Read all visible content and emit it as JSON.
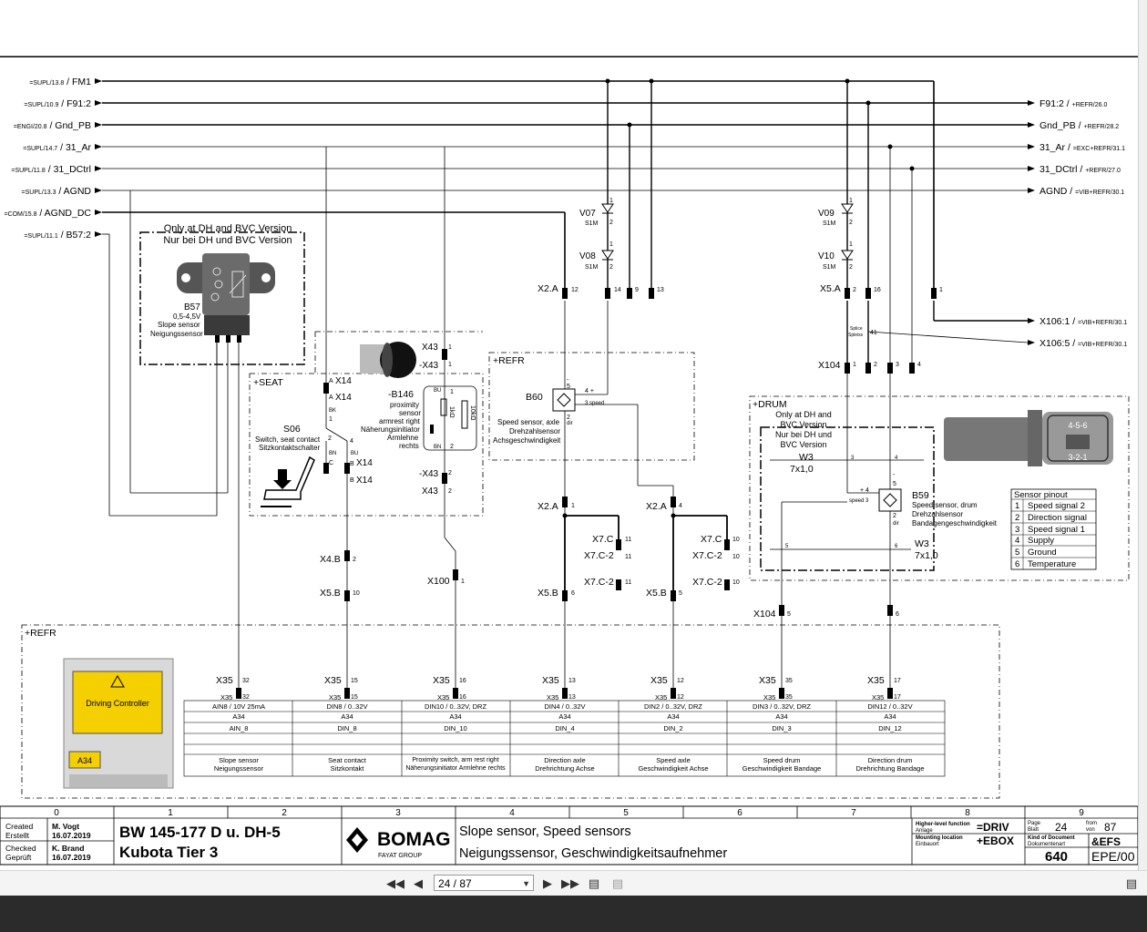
{
  "signals_left": [
    {
      "ref": "=SUPL/13.8",
      "name": "FM1"
    },
    {
      "ref": "=SUPL/10.9",
      "name": "F91:2"
    },
    {
      "ref": "=ENGI/20.8",
      "name": "Gnd_PB"
    },
    {
      "ref": "=SUPL/14.7",
      "name": "31_Ar"
    },
    {
      "ref": "=SUPL/11.8",
      "name": "31_DCtrl"
    },
    {
      "ref": "=SUPL/13.3",
      "name": "AGND"
    },
    {
      "ref": "=COM/15.8",
      "name": "AGND_DC"
    },
    {
      "ref": "=SUPL/11.1",
      "name": "B57:2"
    }
  ],
  "signals_right": [
    {
      "name": "F91:2",
      "ref": "+REFR/26.0"
    },
    {
      "name": "Gnd_PB",
      "ref": "+REFR/28.2"
    },
    {
      "name": "31_Ar",
      "ref": "=EXC+REFR/31.1"
    },
    {
      "name": "31_DCtrl",
      "ref": "+REFR/27.0"
    },
    {
      "name": "AGND",
      "ref": "=VIB+REFR/30.1"
    }
  ],
  "x106": [
    {
      "name": "X106:1",
      "ref": "=VIB+REFR/30.1"
    },
    {
      "name": "X106:5",
      "ref": "=VIB+REFR/30.1"
    }
  ],
  "diodes": [
    {
      "name": "V07",
      "type": "S1M"
    },
    {
      "name": "V08",
      "type": "S1M"
    },
    {
      "name": "V09",
      "type": "S1M"
    },
    {
      "name": "V10",
      "type": "S1M"
    }
  ],
  "b57": {
    "box_line1": "Only at DH and BVC Version",
    "box_line2": "Nur bei DH und BVC Version",
    "tag": "B57",
    "range": "0,5-4,5V",
    "en": "Slope sensor",
    "de": "Neigungssensor"
  },
  "seat": {
    "area": "+SEAT",
    "tag": "S06",
    "en": "Switch, seat contact",
    "de": "Sitzkontaktschalter",
    "x14": "X14"
  },
  "b146": {
    "tag": "-B146",
    "line1": "proximity",
    "line2": "sensor",
    "line3": "armrest right",
    "line4": "Näherungsinitiator",
    "line5": "Armlehne",
    "line6": "rechts",
    "x43a": "X43",
    "x43b": "-X43",
    "x43c": "-X43",
    "x43d": "X43",
    "r1": "1kΩ",
    "r2": "10kΩ"
  },
  "b60": {
    "area": "+REFR",
    "tag": "B60",
    "line1": "Speed sensor, axle",
    "line2": "Drehzahlsensor",
    "line3": "Achsgeschwindigkeit",
    "speed": "3 speed",
    "dir": "dir"
  },
  "drum": {
    "area": "+DRUM",
    "note1": "Only at DH and",
    "note2": "BVC Version",
    "note3": "Nur bei DH und",
    "note4": "BVC Version",
    "w3a": "W3",
    "w3a_spec": "7x1,0",
    "w3b": "W3",
    "w3b_spec": "7x1,0",
    "tag": "B59",
    "line1": "Speed sensor, drum",
    "line2": "Drehzahlsensor",
    "line3": "Bandagengeschwindigkeit",
    "speed": "speed 3",
    "dir": "dir",
    "splice1": "Splice",
    "splice2": "Spleiss"
  },
  "pinout": {
    "title": "Sensor pinout",
    "rows": [
      {
        "n": "1",
        "label": "Speed signal 2"
      },
      {
        "n": "2",
        "label": "Direction signal"
      },
      {
        "n": "3",
        "label": "Speed signal 1"
      },
      {
        "n": "4",
        "label": "Supply"
      },
      {
        "n": "5",
        "label": "Ground"
      },
      {
        "n": "6",
        "label": "Temperature"
      }
    ]
  },
  "connectors": {
    "x2a": "X2.A",
    "x5a": "X5.A",
    "x104": "X104",
    "x7c": "X7.C",
    "x7c2": "X7.C-2",
    "x5b": "X5.B",
    "x4b": "X4.B",
    "x100": "X100",
    "x35": "X35",
    "x106_1": "X106:1",
    "x106_5": "X106:5"
  },
  "refr_area": "+REFR",
  "controller": {
    "label": "Driving Controller",
    "tag": "A34"
  },
  "io_table": {
    "columns": [
      {
        "pin": "32",
        "spec": "AIN8  / 10V 25mA",
        "unit": "A34",
        "io": "AIN_8",
        "en": "Slope sensor",
        "de": "Neigungssensor"
      },
      {
        "pin": "15",
        "spec": "DIN8  / 0..32V",
        "unit": "A34",
        "io": "DIN_8",
        "en": "Seat contact",
        "de": "Sitzkontakt"
      },
      {
        "pin": "16",
        "spec": "DIN10 / 0..32V, DRZ",
        "unit": "A34",
        "io": "DIN_10",
        "en": "Proximity switch, arm rest right",
        "de": "Näherungsinitiator Armlehne rechts"
      },
      {
        "pin": "13",
        "spec": "DIN4  / 0..32V",
        "unit": "A34",
        "io": "DIN_4",
        "en": "Direction axle",
        "de": "Drehrichtung Achse"
      },
      {
        "pin": "12",
        "spec": "DIN2  / 0..32V, DRZ",
        "unit": "A34",
        "io": "DIN_2",
        "en": "Speed axle",
        "de": "Geschwindigkeit Achse"
      },
      {
        "pin": "35",
        "spec": "DIN3  / 0..32V, DRZ",
        "unit": "A34",
        "io": "DIN_3",
        "en": "Speed drum",
        "de": "Geschwindigkeit Bandage"
      },
      {
        "pin": "17",
        "spec": "DIN12 / 0..32V",
        "unit": "A34",
        "io": "DIN_12",
        "en": "Direction drum",
        "de": "Drehrichtung Bandage"
      }
    ]
  },
  "title_block": {
    "columns": [
      "0",
      "1",
      "2",
      "3",
      "4",
      "5",
      "6",
      "7",
      "8",
      "9"
    ],
    "created_label_en": "Created",
    "created_label_de": "Erstellt",
    "created_by": "M. Vogt",
    "created_date": "16.07.2019",
    "checked_label_en": "Checked",
    "checked_label_de": "Geprüft",
    "checked_by": "K. Brand",
    "checked_date": "16.07.2019",
    "machine_line1": "BW 145-177 D u. DH-5",
    "machine_line2": "Kubota Tier 3",
    "brand": "BOMAG",
    "brand_sub": "FAYAT GROUP",
    "desc_en": "Slope sensor, Speed sensors",
    "desc_de": "Neigungssensor, Geschwindigkeitsaufnehmer",
    "hlf_label_en": "Higher-level function",
    "hlf_label_de": "Anlage",
    "hlf_value": "=DRIV",
    "mount_label_en": "Mounting location",
    "mount_label_de": "Einbauort",
    "mount_value": "+EBOX",
    "page_label": "Page",
    "page_label_de": "Blatt",
    "page": "24",
    "from_label": "from",
    "from_label_de": "von",
    "total": "87",
    "kind_label_en": "Kind of Document",
    "kind_label_de": "Dokumentenart",
    "kind_value": "&EFS",
    "doc_no": "640",
    "revision": "EPE/00"
  },
  "viewer": {
    "page_indicator": "24 / 87",
    "icons": [
      "first-page-icon",
      "prev-page-icon",
      "next-page-icon",
      "last-page-icon",
      "go-back-icon",
      "go-forward-icon",
      "sidebar-toggle-icon"
    ]
  }
}
